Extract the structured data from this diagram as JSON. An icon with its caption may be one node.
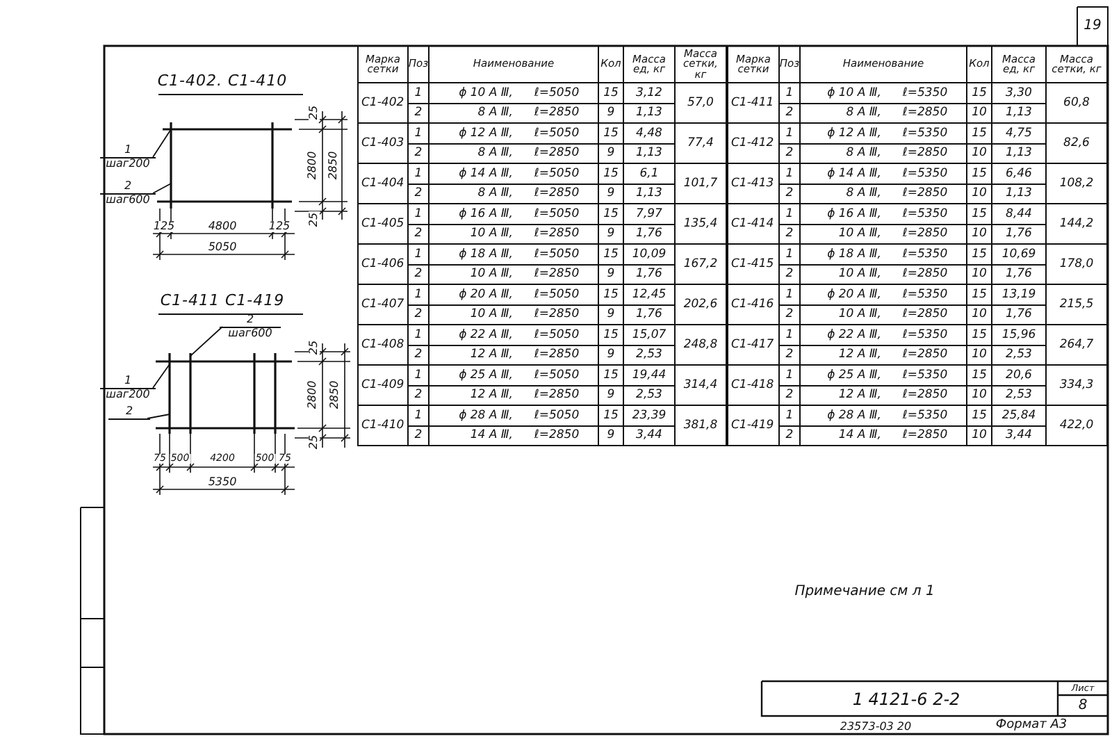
{
  "diagram": {
    "nodes": [
      {
        "text": [
          "1",
          "шаг200"
        ]
      },
      {
        "text": [
          "2",
          "шаг600"
        ]
      },
      {
        "text": [
          "2",
          "шаг600"
        ]
      },
      {
        "text": [
          "1",
          "шаг200"
        ]
      },
      {
        "text": [
          "2"
        ]
      },
      {
        "text": [],
        "shape": "picture"
      },
      {
        "text": [],
        "shape": "picture"
      }
    ],
    "edges": [
      {
        "from": 0,
        "to": 5,
        "arrow": "none"
      },
      {
        "from": 1,
        "to": 5,
        "arrow": "none"
      },
      {
        "from": 2,
        "to": 6,
        "arrow": "none"
      },
      {
        "from": 3,
        "to": 6,
        "arrow": "none"
      },
      {
        "from": 4,
        "to": 6,
        "arrow": "none"
      }
    ],
    "labels": [
      "С1-402. С1-410",
      "25",
      "2800",
      "2850",
      "25",
      "125",
      "4800",
      "125",
      "5050",
      "С1-411 С1-419",
      "25",
      "2800",
      "2850",
      "25",
      "75",
      "500",
      "4200",
      "500",
      "75",
      "5350",
      "Марка сетки",
      "Поз",
      "Наименование",
      "Кол",
      "Масса ед, кг",
      "Масса сетки, кг",
      "С1-402",
      "1",
      "ϕ 10 A Ⅲ,",
      "ℓ=5050",
      "15",
      "3,12",
      "57,0",
      "2",
      "8 A Ⅲ,",
      "ℓ=2850",
      "9",
      "1,13",
      "С1-403",
      "1",
      "ϕ 12 A Ⅲ,",
      "ℓ=5050",
      "15",
      "4,48",
      "77,4",
      "2",
      "8 A Ⅲ,",
      "ℓ=2850",
      "9",
      "1,13",
      "С1-404",
      "1",
      "ϕ 14 A Ⅲ,",
      "ℓ=5050",
      "15",
      "6,1",
      "101,7",
      "2",
      "8 A Ⅲ,",
      "ℓ=2850",
      "9",
      "1,13",
      "С1-405",
      "1",
      "ϕ 16 A Ⅲ,",
      "ℓ=5050",
      "15",
      "7,97",
      "135,4",
      "2",
      "10 A Ⅲ,",
      "ℓ=2850",
      "9",
      "1,76",
      "С1-406",
      "1",
      "ϕ 18 A Ⅲ,",
      "ℓ=5050",
      "15",
      "10,09",
      "167,2",
      "2",
      "10 A Ⅲ,",
      "ℓ=2850",
      "9",
      "1,76",
      "С1-407",
      "1",
      "ϕ 20 A Ⅲ,",
      "ℓ=5050",
      "15",
      "12,45",
      "202,6",
      "2",
      "10 A Ⅲ,",
      "ℓ=2850",
      "9",
      "1,76",
      "С1-408",
      "1",
      "ϕ 22 A Ⅲ,",
      "ℓ=5050",
      "15",
      "15,07",
      "248,8",
      "2",
      "12 A Ⅲ,",
      "ℓ=2850",
      "9",
      "2,53",
      "С1-409",
      "1",
      "ϕ 25 A Ⅲ,",
      "ℓ=5050",
      "15",
      "19,44",
      "314,4",
      "2",
      "12 A Ⅲ,",
      "ℓ=2850",
      "9",
      "2,53",
      "С1-410",
      "1",
      "ϕ 28 A Ⅲ,",
      "ℓ=5050",
      "15",
      "23,39",
      "381,8",
      "2",
      "14 A Ⅲ,",
      "ℓ=2850",
      "9",
      "3,44",
      "Марка сетки",
      "Поз",
      "Наименование",
      "Кол",
      "Масса ед, кг",
      "Масса сетки, кг",
      "С1-411",
      "1",
      "ϕ 10 A Ⅲ,",
      "ℓ=5350",
      "15",
      "3,30",
      "60,8",
      "2",
      "8 A Ⅲ,",
      "ℓ=2850",
      "10",
      "1,13",
      "С1-412",
      "1",
      "ϕ 12 A Ⅲ,",
      "ℓ=5350",
      "15",
      "4,75",
      "82,6",
      "2",
      "8 A Ⅲ,",
      "ℓ=2850",
      "10",
      "1,13",
      "С1-413",
      "1",
      "ϕ 14 A Ⅲ,",
      "ℓ=5350",
      "15",
      "6,46",
      "108,2",
      "2",
      "8 A Ⅲ,",
      "ℓ=2850",
      "10",
      "1,13",
      "С1-414",
      "1",
      "ϕ 16 A Ⅲ,",
      "ℓ=5350",
      "15",
      "8,44",
      "144,2",
      "2",
      "10 A Ⅲ,",
      "ℓ=2850",
      "10",
      "1,76",
      "С1-415",
      "1",
      "ϕ 18 A Ⅲ,",
      "ℓ=5350",
      "15",
      "10,69",
      "178,0",
      "2",
      "10 A Ⅲ,",
      "ℓ=2850",
      "10",
      "1,76",
      "С1-416",
      "1",
      "ϕ 20 A Ⅲ,",
      "ℓ=5350",
      "15",
      "13,19",
      "215,5",
      "2",
      "10 A Ⅲ,",
      "ℓ=2850",
      "10",
      "1,76",
      "С1-417",
      "1",
      "ϕ 22 A Ⅲ,",
      "ℓ=5350",
      "15",
      "15,96",
      "264,7",
      "2",
      "12 A Ⅲ,",
      "ℓ=2850",
      "10",
      "2,53",
      "С1-418",
      "1",
      "ϕ 25 A Ⅲ,",
      "ℓ=5350",
      "15",
      "20,6",
      "334,3",
      "2",
      "12 A Ⅲ,",
      "ℓ=2850",
      "10",
      "2,53",
      "С1-419",
      "1",
      "ϕ 28 A Ⅲ,",
      "ℓ=5350",
      "15",
      "25,84",
      "422,0",
      "2",
      "14 A Ⅲ,",
      "ℓ=2850",
      "10",
      "3,44",
      "Примечание см л 1",
      "1 4121-6 2-2",
      "Лист",
      "8",
      "19",
      "23573-03 20",
      "Формат А3"
    ]
  }
}
